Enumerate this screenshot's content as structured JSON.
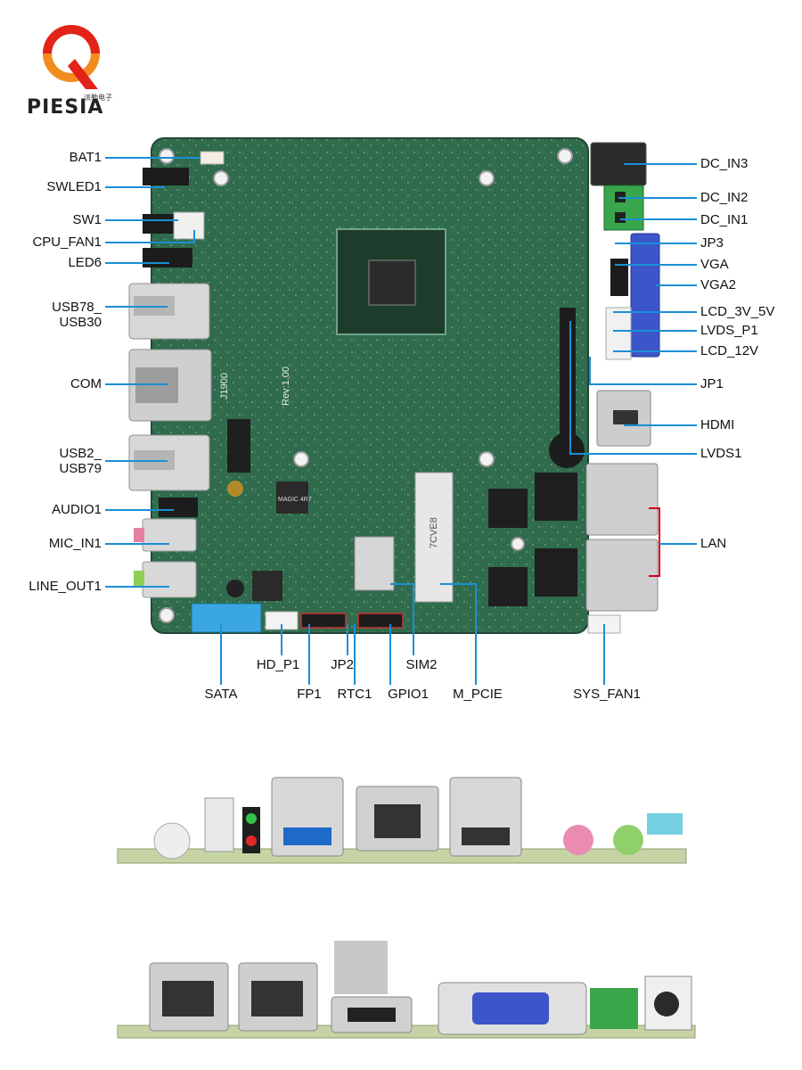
{
  "brand": {
    "name": "PIESIA",
    "sub": "派勒电子",
    "colors": {
      "primary": "#e2231a",
      "accent": "#f28c1e"
    }
  },
  "board": {
    "chip_marks": [
      "J1900",
      "Rev:1.00",
      "7CVE8",
      "MAGIC 4R7"
    ]
  },
  "labels": {
    "left": [
      "BAT1",
      "SWLED1",
      "SW1",
      "CPU_FAN1",
      "LED6",
      "USB78_\nUSB30",
      "COM",
      "USB2_\nUSB79",
      "AUDIO1",
      "MIC_IN1",
      "LINE_OUT1"
    ],
    "right": [
      "DC_IN3",
      "DC_IN2",
      "DC_IN1",
      "JP3",
      "VGA",
      "VGA2",
      "LCD_3V_5V",
      "LVDS_P1",
      "LCD_12V",
      "JP1",
      "HDMI",
      "LVDS1",
      "LAN"
    ],
    "bottom_upper": [
      "HD_P1",
      "JP2",
      "SIM2"
    ],
    "bottom_lower": [
      "SATA",
      "FP1",
      "RTC1",
      "GPIO1",
      "M_PCIE",
      "SYS_FAN1"
    ]
  },
  "colors": {
    "pcb": "#2f6b4c",
    "pcb_dark": "#24573c",
    "leader": "#1a8fd6",
    "lan_bracket": "#d0021b",
    "sata": "#3aa7e0",
    "vga": "#3c55c8"
  }
}
